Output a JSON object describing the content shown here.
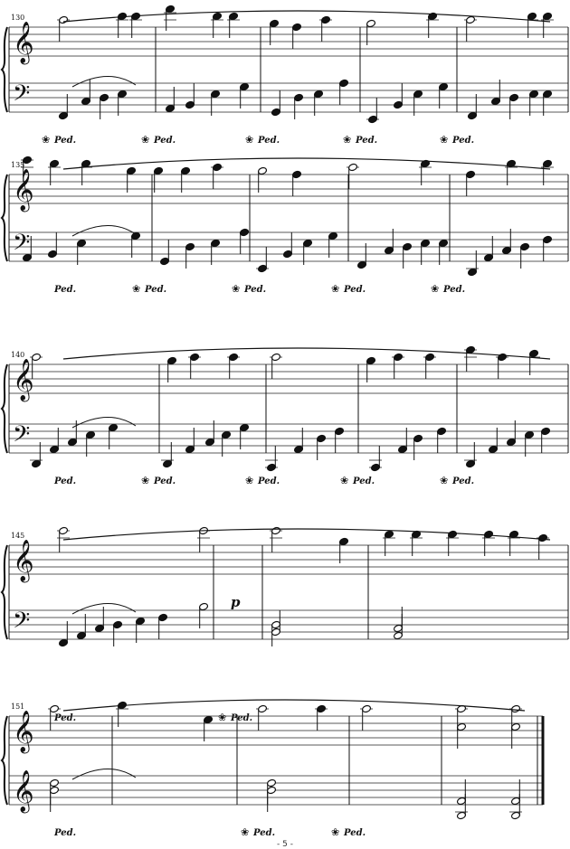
{
  "score": {
    "systems": [
      {
        "measure_numbers": [
          "130"
        ],
        "pedal_marks": [
          "Ped.",
          "Ped.",
          "Ped.",
          "Ped.",
          "Ped."
        ],
        "dynamics": []
      },
      {
        "measure_numbers": [
          "135"
        ],
        "pedal_marks": [
          "Ped.",
          "Ped.",
          "Ped.",
          "Ped.",
          "Ped."
        ],
        "dynamics": []
      },
      {
        "measure_numbers": [
          "140"
        ],
        "pedal_marks": [
          "Ped.",
          "Ped.",
          "Ped.",
          "Ped.",
          "Ped."
        ],
        "dynamics": []
      },
      {
        "measure_numbers": [
          "145"
        ],
        "pedal_marks": [
          "Ped.",
          "Ped."
        ],
        "dynamics": [
          "p"
        ]
      },
      {
        "measure_numbers": [
          "151"
        ],
        "pedal_marks": [
          "Ped.",
          "Ped.",
          "Ped."
        ],
        "dynamics": []
      }
    ],
    "page_number": "- 5 -"
  }
}
